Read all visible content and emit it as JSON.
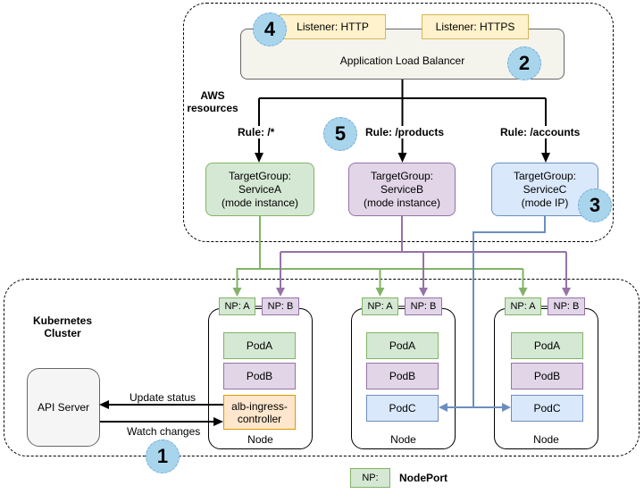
{
  "aws": {
    "label": "AWS\nresources",
    "alb_title": "Application Load Balancer",
    "listeners": [
      "Listener: HTTP",
      "Listener: HTTPS"
    ],
    "rules": [
      "Rule: /*",
      "Rule: /products",
      "Rule: /accounts"
    ],
    "target_groups": [
      {
        "text": "TargetGroup:\nServiceA\n(mode instance)"
      },
      {
        "text": "TargetGroup:\nServiceB\n(mode instance)"
      },
      {
        "text": "TargetGroup:\nServiceC\n(mode IP)"
      }
    ]
  },
  "k8s": {
    "label": "Kubernetes\nCluster",
    "api_server": "API Server",
    "update_status": "Update status",
    "watch_changes": "Watch changes",
    "nodes": [
      {
        "np_a": "NP: A",
        "np_b": "NP: B",
        "pod_a": "PodA",
        "pod_b": "PodB",
        "controller": "alb-ingress-\ncontroller",
        "label": "Node"
      },
      {
        "np_a": "NP: A",
        "np_b": "NP: B",
        "pod_a": "PodA",
        "pod_b": "PodB",
        "pod_c": "PodC",
        "label": "Node"
      },
      {
        "np_a": "NP: A",
        "np_b": "NP: B",
        "pod_a": "PodA",
        "pod_b": "PodB",
        "pod_c": "PodC",
        "label": "Node"
      }
    ]
  },
  "steps": {
    "one": "1",
    "two": "2",
    "three": "3",
    "four": "4",
    "five": "5"
  },
  "legend": {
    "key": "NP:",
    "value": "NodePort"
  },
  "colors": {
    "green_fill": "#d5e8d4",
    "green_stroke": "#82b366",
    "purple_fill": "#e1d5e7",
    "purple_stroke": "#9673a6",
    "blue_fill": "#dae8fc",
    "blue_stroke": "#6c8ebf",
    "orange_fill": "#ffe6cc",
    "orange_stroke": "#d79b00",
    "yellow_fill": "#fff2cc",
    "yellow_stroke": "#d6b656",
    "alb_fill": "#f5f4ec",
    "gray_fill": "#f5f5f5",
    "step_circle_fill": "#a8d5ec",
    "step_circle_stroke": "#6fa8dc"
  }
}
